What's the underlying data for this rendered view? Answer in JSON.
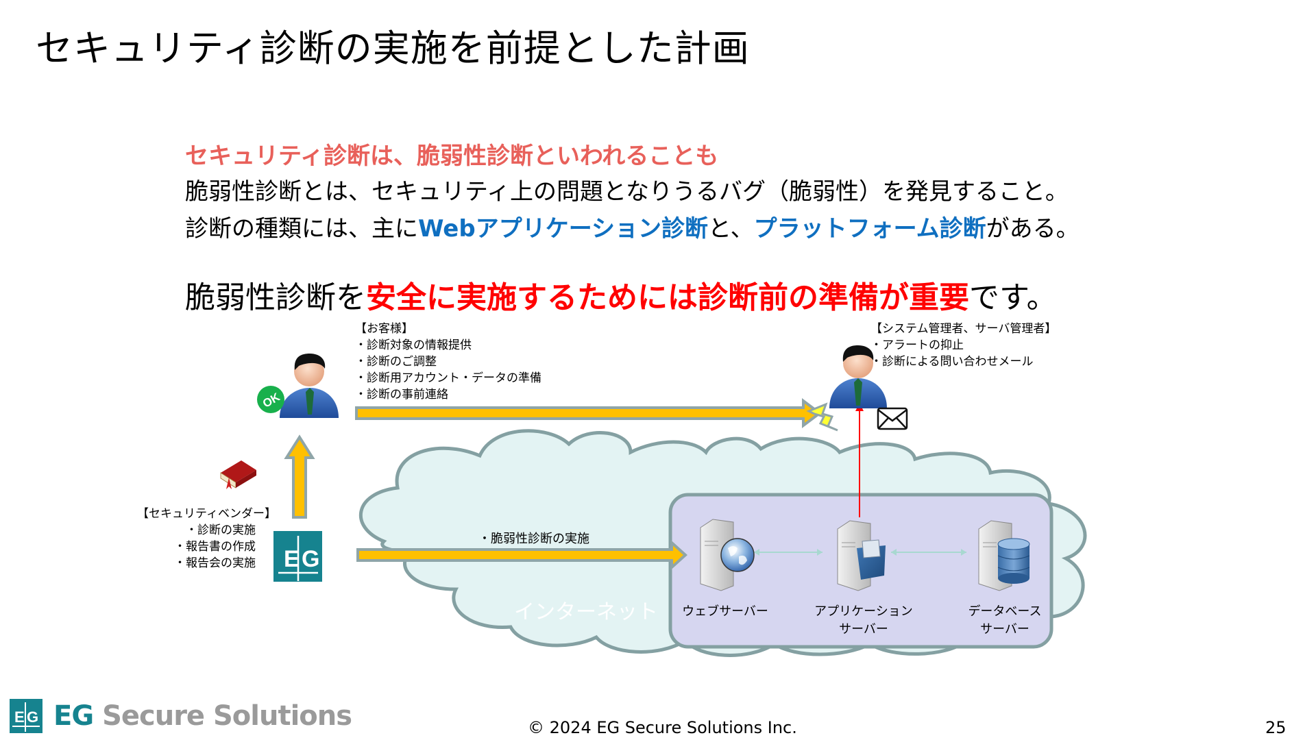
{
  "slide": {
    "title": "セキュリティ診断の実施を前提とした計画",
    "page_number": "25",
    "copyright": "© 2024 EG Secure Solutions Inc."
  },
  "intro": {
    "heading": "セキュリティ診断は、脆弱性診断といわれることも",
    "line1": "脆弱性診断とは、セキュリティ上の問題となりうるバグ（脆弱性）を発見すること。",
    "line2_prefix": "診断の種類には、主に",
    "line2_emph1": "Webアプリケーション診断",
    "line2_mid": "と、",
    "line2_emph2": "プラットフォーム診断",
    "line2_suffix": "がある。"
  },
  "key_message": {
    "prefix": "脆弱性診断を",
    "emphasis": "安全に実施するためには診断前の準備が重要",
    "suffix": "です。"
  },
  "diagram": {
    "customer": {
      "heading": "【お客様】",
      "items": [
        "・診断対象の情報提供",
        "・診断のご調整",
        "・診断用アカウント・データの準備",
        "・診断の事前連絡"
      ],
      "badge": "OK"
    },
    "admin": {
      "heading": "【システム管理者、サーバ管理者】",
      "items": [
        "・アラートの抑止",
        "・診断による問い合わせメール"
      ]
    },
    "vendor": {
      "heading": "【セキュリティベンダー】",
      "items": [
        "・診断の実施",
        "・報告書の作成",
        "・報告会の実施"
      ],
      "logo_text": "E|G"
    },
    "vuln_arrow_label": "・脆弱性診断の実施",
    "internet_label": "インターネット",
    "servers": {
      "web": "ウェブサーバー",
      "app_line1": "アプリケーション",
      "app_line2": "サーバー",
      "db_line1": "データベース",
      "db_line2": "サーバー"
    },
    "icons": [
      "person-icon",
      "ok-badge-icon",
      "book-icon",
      "eg-logo-icon",
      "mail-icon",
      "lightning-icon",
      "web-server-icon",
      "app-server-icon",
      "db-server-icon"
    ],
    "colors": {
      "arrow_fill": "#ffc000",
      "arrow_outline": "#8fa5a8",
      "cloud_fill": "#e3f3f3",
      "cloud_outline": "#84a0a2",
      "zone_fill": "#d6d6f0",
      "alert_line": "#ff0000"
    }
  },
  "footer": {
    "logo_eg": "EG",
    "logo_rest": " Secure Solutions"
  },
  "colors": {
    "heading_red": "#e8605a",
    "emphasis_blue": "#0f6fc0",
    "emphasis_red": "#ff0000",
    "brand_teal": "#16838f"
  }
}
